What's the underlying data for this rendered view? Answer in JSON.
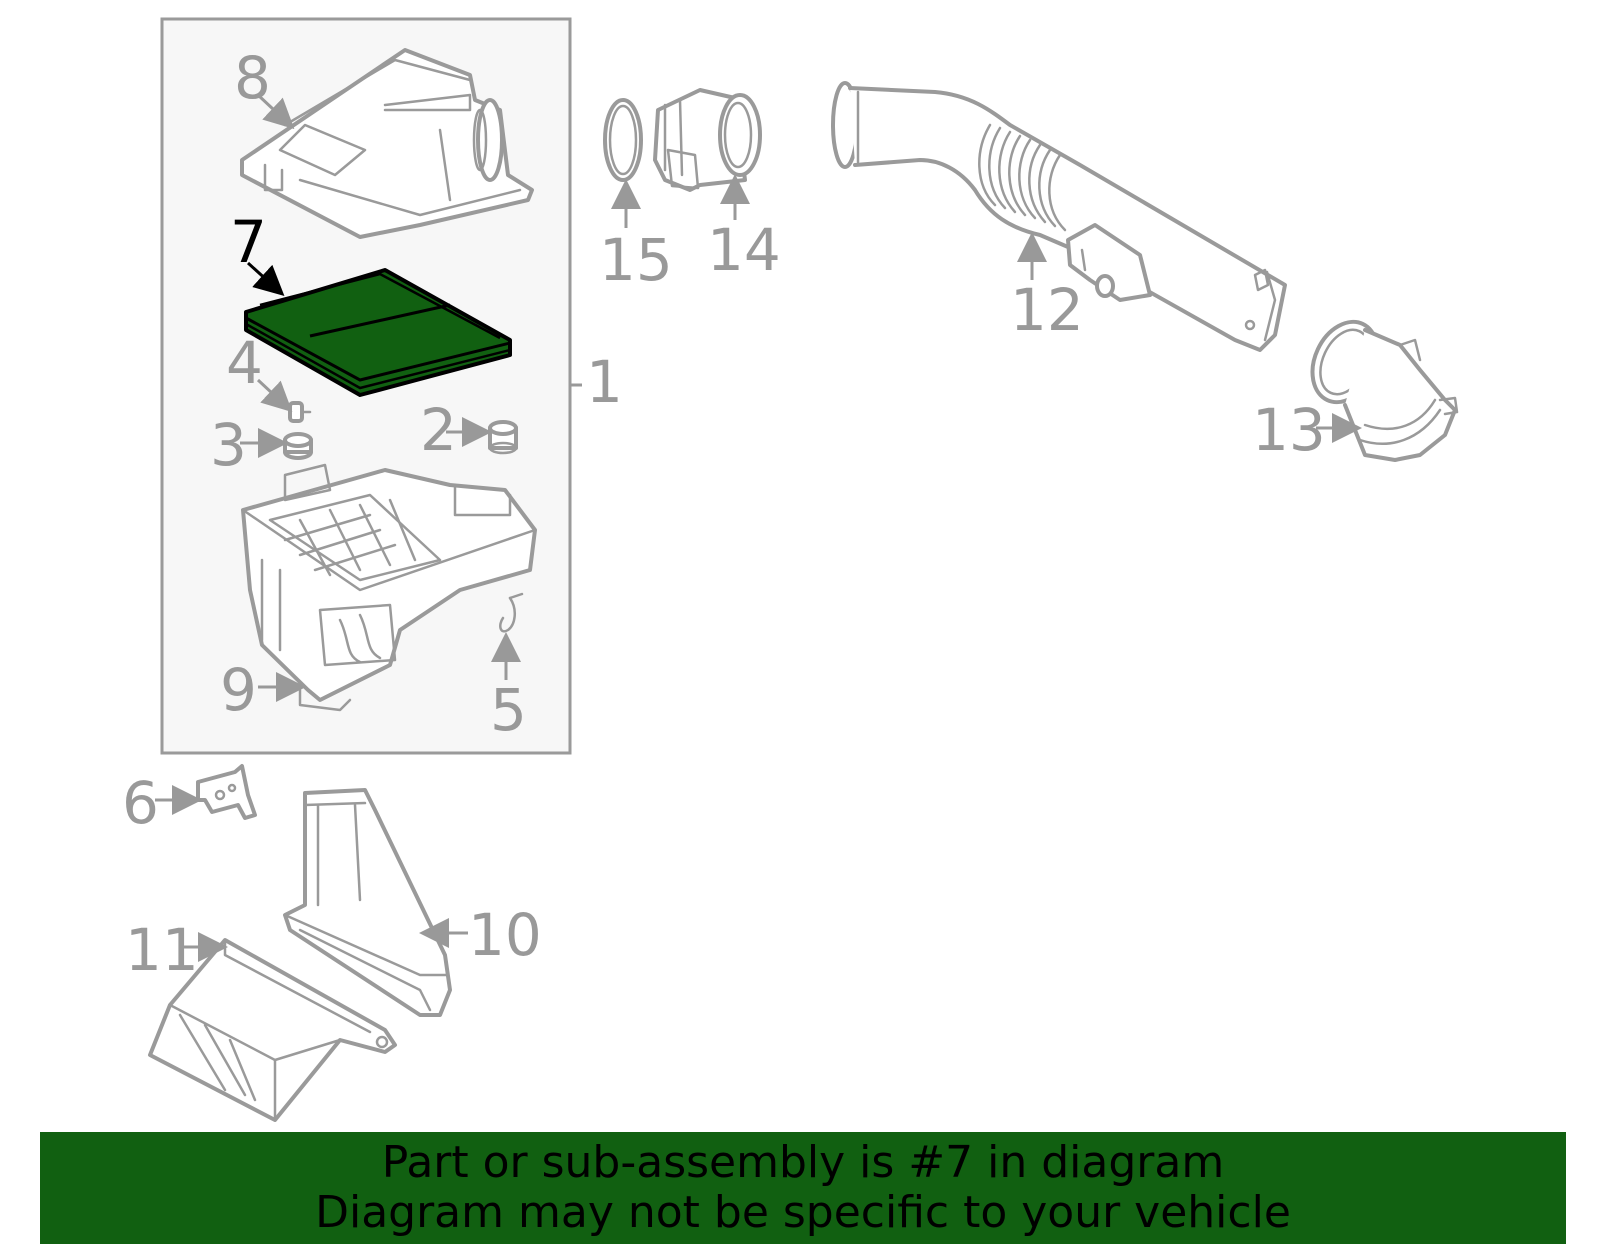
{
  "colors": {
    "highlight": "#116011",
    "banner_bg": "#116011",
    "outline": "#9a9a9a",
    "label": "#999999",
    "active_label": "#000000",
    "group_box": "#f7f7f7"
  },
  "highlighted_part": "7",
  "callouts": {
    "c1": "1",
    "c2": "2",
    "c3": "3",
    "c4": "4",
    "c5": "5",
    "c6": "6",
    "c7": "7",
    "c8": "8",
    "c9": "9",
    "c10": "10",
    "c11": "11",
    "c12": "12",
    "c13": "13",
    "c14": "14",
    "c15": "15"
  },
  "banner": {
    "line1": "Part or sub-assembly is #7 in diagram",
    "line2": "Diagram may not be specific to your vehicle"
  }
}
